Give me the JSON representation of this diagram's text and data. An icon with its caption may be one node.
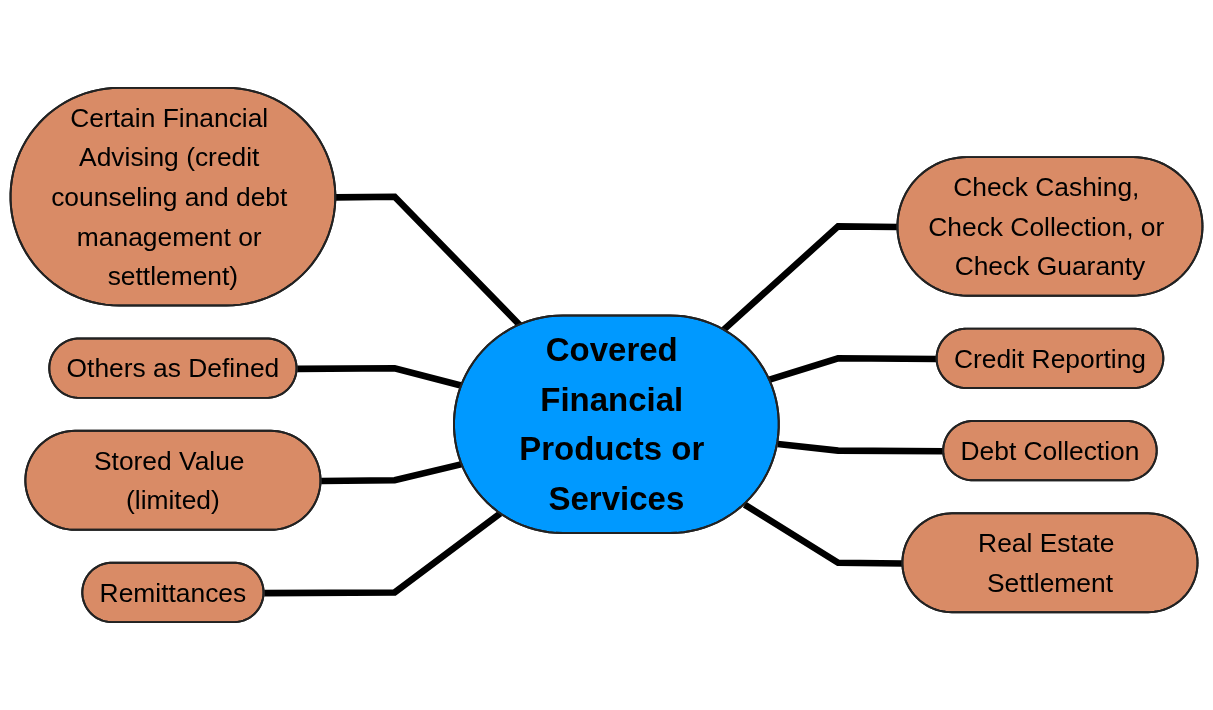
{
  "diagram": {
    "nodes": [
      {
        "text": [
          "Certain Financial Advising (credit counseling and debt management or settlement)"
        ]
      },
      {
        "text": [
          "Others as Defined"
        ]
      },
      {
        "text": [
          "Check Cashing, Check Collection, or Check Guaranty"
        ]
      },
      {
        "text": [
          "Covered Financial Products or Services"
        ]
      },
      {
        "text": [
          "Stored Value (limited)"
        ]
      },
      {
        "text": [
          "Credit Reporting"
        ]
      },
      {
        "text": [
          "Remittances"
        ]
      },
      {
        "text": [
          "Debt Collection"
        ]
      },
      {
        "text": [
          "Real Estate Settlement"
        ]
      }
    ],
    "edges": [
      {
        "from": 0,
        "to": 3,
        "arrow": "none"
      },
      {
        "from": 1,
        "to": 3,
        "arrow": "none"
      },
      {
        "from": 4,
        "to": 3,
        "arrow": "none"
      },
      {
        "from": 6,
        "to": 3,
        "arrow": "none"
      },
      {
        "from": 3,
        "to": 2,
        "arrow": "none"
      },
      {
        "from": 3,
        "to": 5,
        "arrow": "none"
      },
      {
        "from": 3,
        "to": 7,
        "arrow": "none"
      },
      {
        "from": 3,
        "to": 8,
        "arrow": "none"
      }
    ]
  }
}
